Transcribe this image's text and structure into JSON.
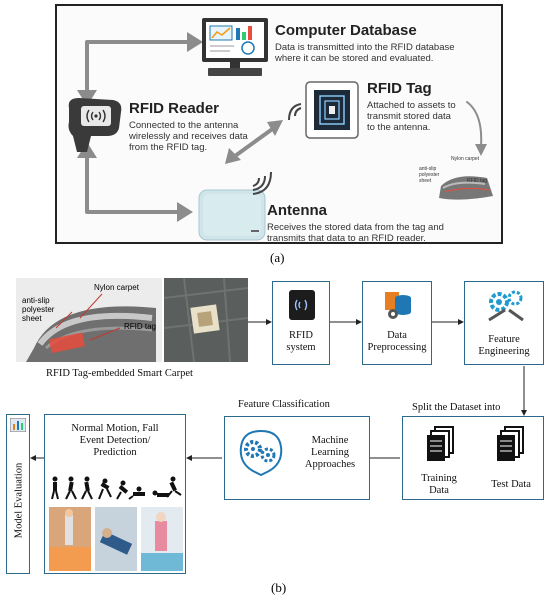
{
  "panel_a": {
    "computer_title": "Computer Database",
    "computer_desc": [
      "Data is transmitted into the RFID database",
      "where it can be stored and evaluated."
    ],
    "reader_title": "RFID Reader",
    "reader_desc": [
      "Connected to the antenna",
      "wirelessly and receives data",
      "from the RFID tag."
    ],
    "tag_title": "RFID Tag",
    "tag_desc": [
      "Attached to assets to",
      "transmit stored data",
      "to the antenna."
    ],
    "antenna_title": "Antenna",
    "antenna_desc": [
      "Receives the stored data from the tag and",
      "transmits that data to an RFID reader."
    ],
    "carpet_mini": {
      "nylon": "Nylon carpet",
      "antislip": "anti-slip polyester sheet",
      "tag": "RFID tag"
    },
    "caption": "(a)"
  },
  "panel_b": {
    "carpet_labels": {
      "nylon": "Nylon carpet",
      "antislip": [
        "anti-slip",
        "polyester",
        "sheet"
      ],
      "tag": "RFID tag"
    },
    "carpet_caption": "RFID Tag-embedded Smart Carpet",
    "rfid_system": [
      "RFID",
      "system"
    ],
    "preprocessing": [
      "Data",
      "Preprocessing"
    ],
    "feature_engineering": [
      "Feature",
      "Engineering"
    ],
    "split_label": "Split the Dataset into",
    "training_data": [
      "Training",
      "Data"
    ],
    "test_data": "Test Data",
    "feature_classification": "Feature Classification",
    "ml": [
      "Machine",
      "Learning",
      "Approaches"
    ],
    "outcome": [
      "Normal Motion, Fall",
      "Event Detection/",
      "Prediction"
    ],
    "model_evaluation": "Model Evaluation",
    "caption": "(b)"
  },
  "colors": {
    "box_border": "#2b6a8a",
    "accent_blue": "#1f78b4",
    "arrow_gray": "#8c8c8c"
  }
}
